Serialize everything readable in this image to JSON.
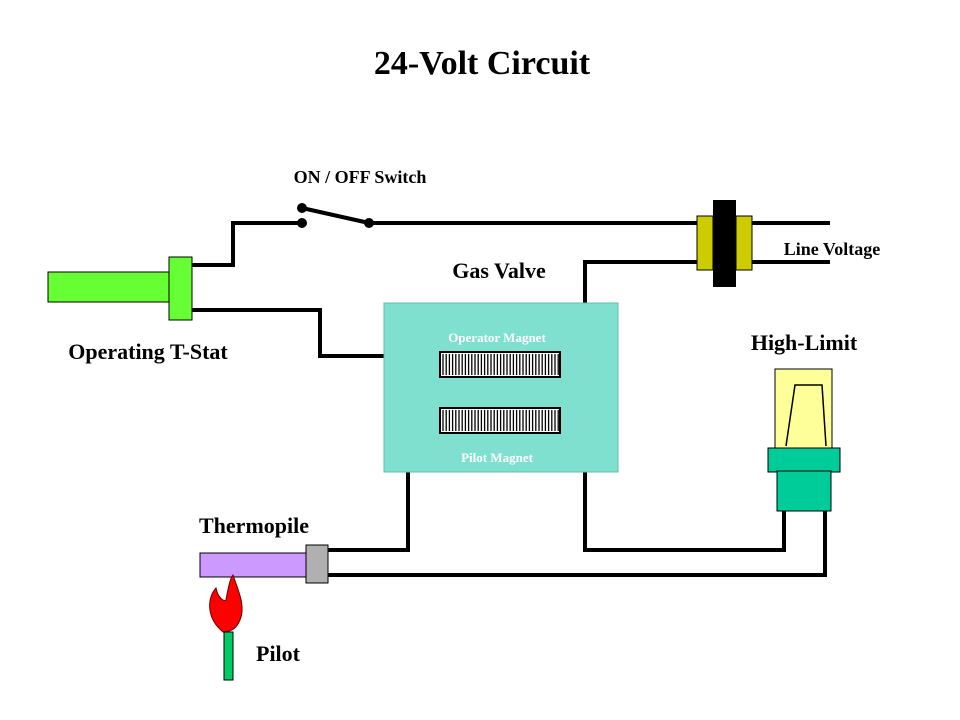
{
  "title": "24-Volt Circuit",
  "labels": {
    "switch": "ON / OFF Switch",
    "line_voltage": "Line Voltage",
    "gas_valve": "Gas Valve",
    "operating_tstat": "Operating T-Stat",
    "high_limit": "High-Limit",
    "operator_magnet": "Operator Magnet",
    "pilot_magnet": "Pilot Magnet",
    "thermopile": "Thermopile",
    "pilot": "Pilot"
  },
  "colors": {
    "tstat_body": "#66ff33",
    "tstat_mount": "#66ff33",
    "transformer_core": "#000000",
    "transformer_coil": "#cccc00",
    "gas_valve_body": "#80e0d0",
    "magnet_label": "#ffffff",
    "high_limit_bulb": "#ffff99",
    "high_limit_collar": "#00cc99",
    "thermopile_body": "#cc99ff",
    "thermopile_cap": "#b0b0b0",
    "flame": "#ff0000",
    "pilot_tube": "#00cc66",
    "wire": "#000000"
  }
}
